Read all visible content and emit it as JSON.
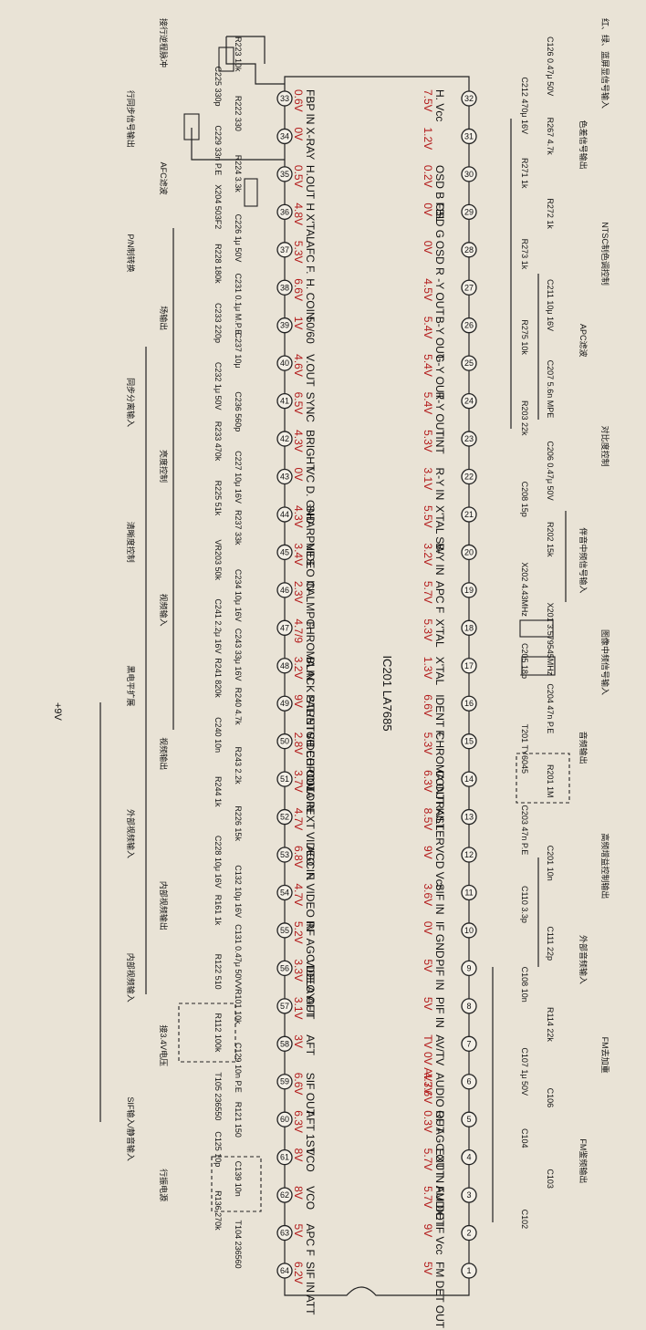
{
  "ic_label": "IC201 LA7685",
  "supply_label": "+9V",
  "left_pins": [
    {
      "num": "33",
      "name": "FBP IN",
      "v": "0.6V"
    },
    {
      "num": "34",
      "name": "X-RAY",
      "v": "0V"
    },
    {
      "num": "35",
      "name": "H.OUT",
      "v": "0.5V"
    },
    {
      "num": "36",
      "name": "H X'TAL",
      "v": "4.8V"
    },
    {
      "num": "37",
      "name": "AFC F.",
      "v": "5.3V"
    },
    {
      "num": "38",
      "name": "H. COIN",
      "v": "6.6V"
    },
    {
      "num": "39",
      "name": "50/60",
      "v": "1V"
    },
    {
      "num": "40",
      "name": "V.OUT",
      "v": "4.6V"
    },
    {
      "num": "41",
      "name": "SYNC",
      "v": "6.5V"
    },
    {
      "num": "42",
      "name": "BRIGHT",
      "v": "4.3V"
    },
    {
      "num": "43",
      "name": "VC D. GND",
      "v": "0V"
    },
    {
      "num": "44",
      "name": "SHARPNES",
      "v": "4.3V"
    },
    {
      "num": "45",
      "name": "VIDEO IN",
      "v": "3.4V"
    },
    {
      "num": "46",
      "name": "CALMP F.",
      "v": "2.3V"
    },
    {
      "num": "47",
      "name": "CHROMA IN",
      "v": "4.7/9"
    },
    {
      "num": "48",
      "name": "BLACK STRETCH",
      "v": "3.2V"
    },
    {
      "num": "49",
      "name": "PAL/NTSC CHROMA IN",
      "v": "9V"
    },
    {
      "num": "50",
      "name": "VIDEO OUT",
      "v": "2.8V"
    },
    {
      "num": "51",
      "name": "COLOR",
      "v": "3.7V"
    },
    {
      "num": "52",
      "name": "EXT VIDEO IN",
      "v": "4.7V"
    },
    {
      "num": "53",
      "name": "AGC F.",
      "v": "6.8V"
    },
    {
      "num": "54",
      "name": "VIDEO IN",
      "v": "4.7V"
    },
    {
      "num": "55",
      "name": "RF AGC DELAY",
      "v": "5.2V"
    },
    {
      "num": "56",
      "name": "VIDEO OUT",
      "v": "3.3V"
    },
    {
      "num": "57",
      "name": "AFT",
      "v": "3.1V"
    },
    {
      "num": "58",
      "name": "AFT",
      "v": "3V"
    },
    {
      "num": "59",
      "name": "SIF OUT",
      "v": "6.6V"
    },
    {
      "num": "60",
      "name": "AFT 1ST",
      "v": "6.3V"
    },
    {
      "num": "61",
      "name": "VCO",
      "v": "8V"
    },
    {
      "num": "62",
      "name": "VCO",
      "v": "8V"
    },
    {
      "num": "63",
      "name": "APC F",
      "v": "5V"
    },
    {
      "num": "64",
      "name": "SIF IN ATT",
      "v": "6.2V"
    }
  ],
  "right_pins": [
    {
      "num": "32",
      "name": "H. Vcc",
      "v": "7.5V"
    },
    {
      "num": "31",
      "name": "",
      "v": "1.2V"
    },
    {
      "num": "30",
      "name": "OSD B FBL",
      "v": "0.2V"
    },
    {
      "num": "29",
      "name": "OSD G",
      "v": "0V"
    },
    {
      "num": "28",
      "name": "OSD R",
      "v": "0V"
    },
    {
      "num": "27",
      "name": "-Y OUT",
      "v": "4.5V"
    },
    {
      "num": "26",
      "name": "B-Y OUT",
      "v": "5.4V"
    },
    {
      "num": "25",
      "name": "G-Y OUT",
      "v": "5.4V"
    },
    {
      "num": "24",
      "name": "R-Y OUT",
      "v": "5.4V"
    },
    {
      "num": "23",
      "name": "TINT",
      "v": "5.3V"
    },
    {
      "num": "22",
      "name": "R-Y IN",
      "v": "3.1V"
    },
    {
      "num": "21",
      "name": "X'TAL SW",
      "v": "5.5V"
    },
    {
      "num": "20",
      "name": "B-Y IN",
      "v": "3.2V"
    },
    {
      "num": "19",
      "name": "APC F",
      "v": "5.7V"
    },
    {
      "num": "18",
      "name": "X'TAL",
      "v": "5.3V"
    },
    {
      "num": "17",
      "name": "X'TAL",
      "v": "1.3V"
    },
    {
      "num": "16",
      "name": "IDENT F.",
      "v": "6.6V"
    },
    {
      "num": "15",
      "name": "CHROMA OUT",
      "v": "5.3V"
    },
    {
      "num": "14",
      "name": "CONTRAST",
      "v": "6.3V"
    },
    {
      "num": "13",
      "name": "KILLER",
      "v": "8.5V"
    },
    {
      "num": "12",
      "name": "VCD Vcc",
      "v": "9V"
    },
    {
      "num": "11",
      "name": "SIF IN",
      "v": "3.6V"
    },
    {
      "num": "10",
      "name": "IF GND",
      "v": "0V"
    },
    {
      "num": "9",
      "name": "PIF IN",
      "v": "5V"
    },
    {
      "num": "8",
      "name": "PIF IN",
      "v": "5V"
    },
    {
      "num": "7",
      "name": "AV/TV",
      "v": "TV 0V AV3.6V"
    },
    {
      "num": "6",
      "name": "AUDIO OUT",
      "v": "4.7V"
    },
    {
      "num": "5",
      "name": "RF AGC OUT",
      "v": "0.3V"
    },
    {
      "num": "4",
      "name": "EXT IN AUDIO",
      "v": "5.7V"
    },
    {
      "num": "3",
      "name": "FM DET",
      "v": "5.7V"
    },
    {
      "num": "2",
      "name": "IF Vcc",
      "v": "9V"
    },
    {
      "num": "1",
      "name": "FM DET OUT",
      "v": "5V"
    }
  ],
  "components": [
    "R223 10k",
    "C225 330p",
    "R222 330",
    "C229 33n P.E",
    "R224 3.3k",
    "X204 503F2",
    "C226 1μ 50V",
    "R228 180k",
    "C231 0.1μ M.P.E",
    "C233 220p",
    "C237 10μ",
    "C232 1μ 50V",
    "C236 560p",
    "R233 470k",
    "C227 10μ 16V",
    "R225 51k",
    "R237 33k",
    "VR203 50k",
    "C234 10μ 16V",
    "C241 2.2μ 16V",
    "C243 33μ 16V",
    "R241 820k",
    "R240 4.7k",
    "C240 10n",
    "R243 2.2k",
    "R244 1k",
    "R226 15k",
    "C228 10μ 16V",
    "C132 10μ 16V",
    "R161 1k",
    "C131 0.47μ 50V",
    "R122 510",
    "VR101 10k",
    "R112 100k",
    "C129 10n P.E",
    "T105 236550",
    "R121 150",
    "C125 10p",
    "C139 10n",
    "R136 270k",
    "T104 236560",
    "C126 0.47μ 50V",
    "C212 470μ 16V",
    "R267 4.7k",
    "R271 1k",
    "R272 1k",
    "R273 1k",
    "C211 10μ 16V",
    "R275 10k",
    "C207 5.6n MPE",
    "R203 22k",
    "C206 0.47μ 50V",
    "C208 15p",
    "R202 15k",
    "X202 4.43MHz",
    "X201 3.579545MHz",
    "C205 18p",
    "C204 47n P.E",
    "T201 TY6045",
    "R201 1M",
    "C203 47n P.E",
    "C201 10n",
    "C110 3.3p",
    "C111 22p",
    "C108 10n",
    "R114 22k",
    "C107 1μ 50V",
    "C106",
    "C104",
    "C103",
    "C102"
  ],
  "annotations": [
    "接行逆程脉冲",
    "行同步信号输出",
    "AFC滤波",
    "P/N制转换",
    "场输出",
    "同步分离输入",
    "亮度控制",
    "清晰度控制",
    "视频输入",
    "黑电平扩展",
    "视频输出",
    "外部视频输入",
    "内部视频输出",
    "内部视频输入",
    "接3.4V电压",
    "SIF输入/静音输入",
    "行振电源",
    "红、绿、蓝屏显信号输入",
    "色差信号输出",
    "NTSC制色调控制",
    "APC滤波",
    "对比度控制",
    "伴音中频信号输入",
    "图像中频信号输入",
    "音频输出",
    "高频增益控制输出",
    "外部音频输入",
    "FM去加重",
    "FM鉴频输出"
  ]
}
